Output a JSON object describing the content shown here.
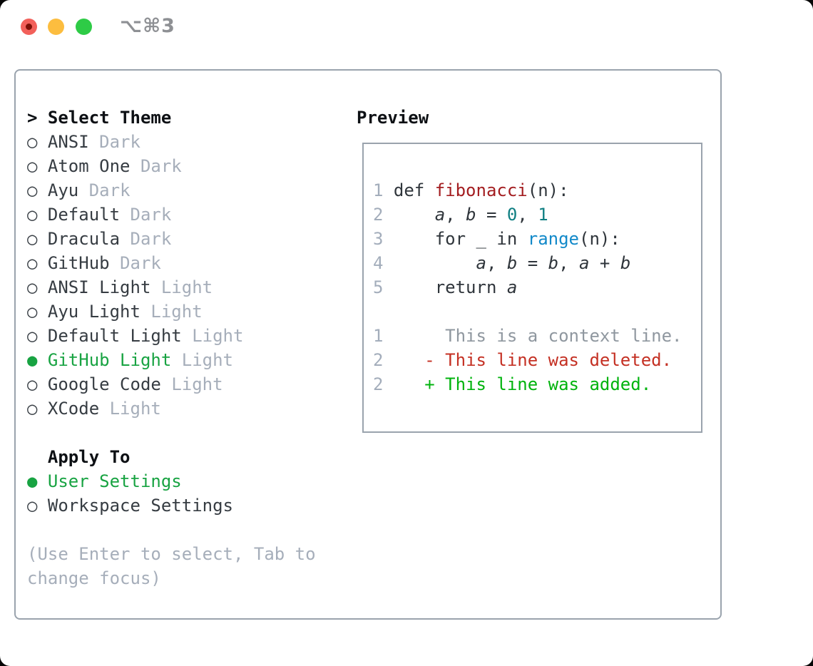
{
  "window": {
    "title": "⌥⌘3"
  },
  "icons": {
    "radio_unselected": "○",
    "radio_selected": "●",
    "cursor": ">"
  },
  "colors": {
    "accent_green": "#18a342",
    "added_green": "#00b30d",
    "deleted_red": "#c43023",
    "function_red": "#a31d20",
    "number_teal": "#0f7f82",
    "builtin_blue": "#1289c9",
    "border_gray": "#9aa3ad",
    "muted_gray": "#a6aeba",
    "text_dark": "#30363c",
    "traffic_red": "#f2605a",
    "traffic_yellow": "#fcbd3f",
    "traffic_green": "#2ecb46"
  },
  "theme_picker": {
    "title": "Select Theme",
    "items": [
      {
        "name": "ANSI",
        "variant": "Dark",
        "selected": false
      },
      {
        "name": "Atom One",
        "variant": "Dark",
        "selected": false
      },
      {
        "name": "Ayu",
        "variant": "Dark",
        "selected": false
      },
      {
        "name": "Default",
        "variant": "Dark",
        "selected": false
      },
      {
        "name": "Dracula",
        "variant": "Dark",
        "selected": false
      },
      {
        "name": "GitHub",
        "variant": "Dark",
        "selected": false
      },
      {
        "name": "ANSI Light",
        "variant": "Light",
        "selected": false
      },
      {
        "name": "Ayu Light",
        "variant": "Light",
        "selected": false
      },
      {
        "name": "Default Light",
        "variant": "Light",
        "selected": false
      },
      {
        "name": "GitHub Light",
        "variant": "Light",
        "selected": true
      },
      {
        "name": "Google Code",
        "variant": "Light",
        "selected": false
      },
      {
        "name": "XCode",
        "variant": "Light",
        "selected": false
      }
    ]
  },
  "apply_to": {
    "title": "Apply To",
    "options": [
      {
        "label": "User Settings",
        "selected": true
      },
      {
        "label": "Workspace Settings",
        "selected": false
      }
    ]
  },
  "hint": {
    "line1": "(Use Enter to select, Tab to",
    "line2": "change focus)"
  },
  "preview": {
    "title": "Preview",
    "code_lines": [
      {
        "num": "1",
        "tokens": [
          {
            "t": "def ",
            "c": "code"
          },
          {
            "t": "fibonacci",
            "c": "func"
          },
          {
            "t": "(n):",
            "c": "code"
          }
        ]
      },
      {
        "num": "2",
        "tokens": [
          {
            "t": "    ",
            "c": "code"
          },
          {
            "t": "a",
            "c": "var"
          },
          {
            "t": ", ",
            "c": "code"
          },
          {
            "t": "b",
            "c": "var"
          },
          {
            "t": " = ",
            "c": "code"
          },
          {
            "t": "0",
            "c": "num"
          },
          {
            "t": ", ",
            "c": "code"
          },
          {
            "t": "1",
            "c": "num"
          }
        ]
      },
      {
        "num": "3",
        "tokens": [
          {
            "t": "    for _ in ",
            "c": "code"
          },
          {
            "t": "range",
            "c": "builtin"
          },
          {
            "t": "(n):",
            "c": "code"
          }
        ]
      },
      {
        "num": "4",
        "tokens": [
          {
            "t": "        ",
            "c": "code"
          },
          {
            "t": "a",
            "c": "var"
          },
          {
            "t": ", ",
            "c": "code"
          },
          {
            "t": "b",
            "c": "var"
          },
          {
            "t": " = ",
            "c": "code"
          },
          {
            "t": "b",
            "c": "var"
          },
          {
            "t": ", ",
            "c": "code"
          },
          {
            "t": "a",
            "c": "var"
          },
          {
            "t": " + ",
            "c": "code"
          },
          {
            "t": "b",
            "c": "var"
          }
        ]
      },
      {
        "num": "5",
        "tokens": [
          {
            "t": "    return ",
            "c": "code"
          },
          {
            "t": "a",
            "c": "var"
          }
        ]
      },
      {
        "num": "",
        "tokens": []
      },
      {
        "num": "1",
        "tokens": [
          {
            "t": "     This is a context line.",
            "c": "context"
          }
        ]
      },
      {
        "num": "2",
        "tokens": [
          {
            "t": "   ",
            "c": "code"
          },
          {
            "t": "- This line was deleted.",
            "c": "deleted"
          }
        ]
      },
      {
        "num": "2",
        "tokens": [
          {
            "t": "   ",
            "c": "code"
          },
          {
            "t": "+ This line was added.",
            "c": "added"
          }
        ]
      }
    ]
  }
}
